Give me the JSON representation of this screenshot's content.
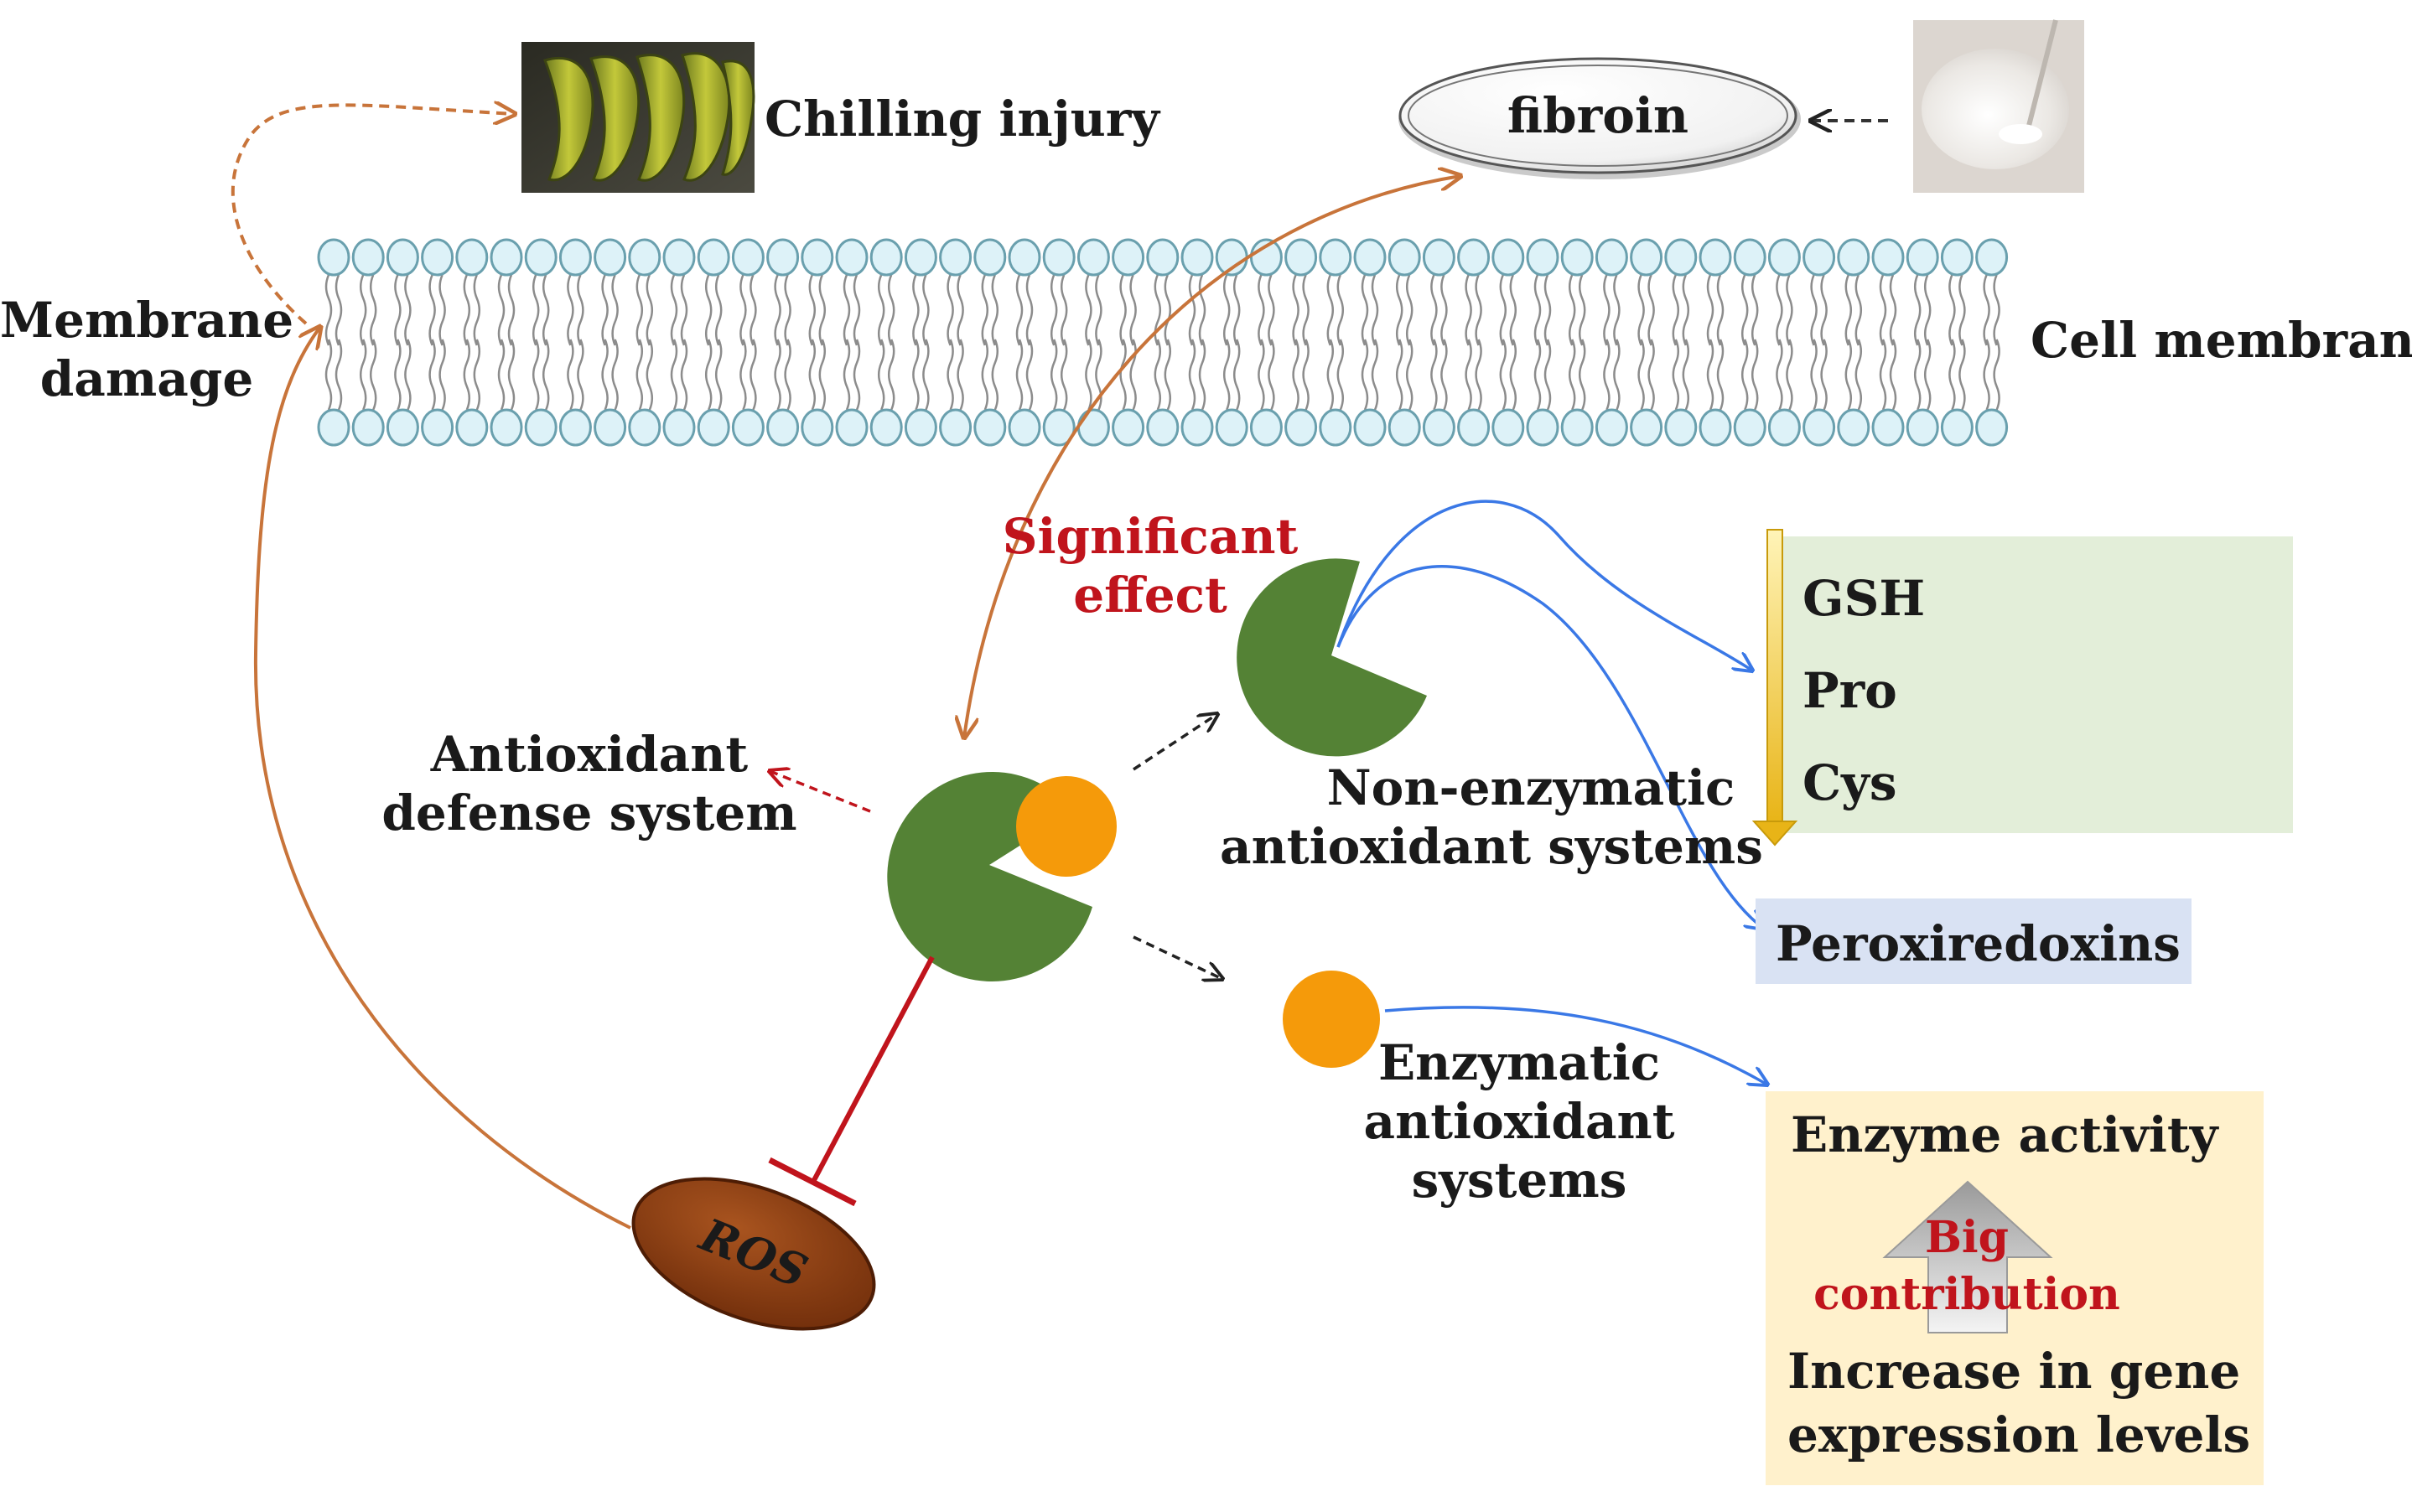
{
  "labels": {
    "chilling_injury": "Chilling injury",
    "fibroin": "fibroin",
    "membrane_damage_line1": "Membrane",
    "membrane_damage_line2": "damage",
    "cell_membrane": "Cell membrane",
    "significant_effect_line1": "Significant",
    "significant_effect_line2": "effect",
    "antioxidant_defense_line1": "Antioxidant",
    "antioxidant_defense_line2": "defense system",
    "non_enzymatic_line1": "Non-enzymatic",
    "non_enzymatic_line2": "antioxidant systems",
    "enzymatic_line1": "Enzymatic",
    "enzymatic_line2": "antioxidant",
    "enzymatic_line3": "systems",
    "ros": "ROS",
    "peroxiredoxins": "Peroxiredoxins",
    "enzyme_activity": "Enzyme activity",
    "big_contribution_line1": "Big",
    "big_contribution_line2": "contribution",
    "gene_expression_line1": "Increase in gene",
    "gene_expression_line2": "expression levels"
  },
  "non_enzymatic_items": [
    "GSH",
    "Pro",
    "Cys"
  ],
  "colors": {
    "orange_arrow": "#c8743a",
    "blue_arrow": "#3a78e6",
    "inhibition_red": "#c0141c",
    "highlight_red": "#c0141c",
    "enzyme_green": "#548235",
    "substrate_orange": "#f59a0a",
    "ros_brown": "#8b3e12",
    "green_box": "#e3eed9",
    "blue_box": "#d9e2f3",
    "yellow_box": "#fff1cc",
    "membrane_head_fill": "#ddf2f8",
    "membrane_head_stroke": "#6aa0ae"
  }
}
